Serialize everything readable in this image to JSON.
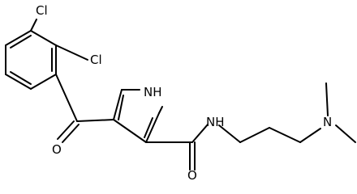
{
  "molecule": {
    "atoms": {
      "cl_upper": "Cl",
      "cl_lower": "Cl",
      "ketone_o": "O",
      "pyrrole_nh": "NH",
      "amide_nh": "NH",
      "amide_o": "O",
      "amine_n": "N"
    }
  }
}
